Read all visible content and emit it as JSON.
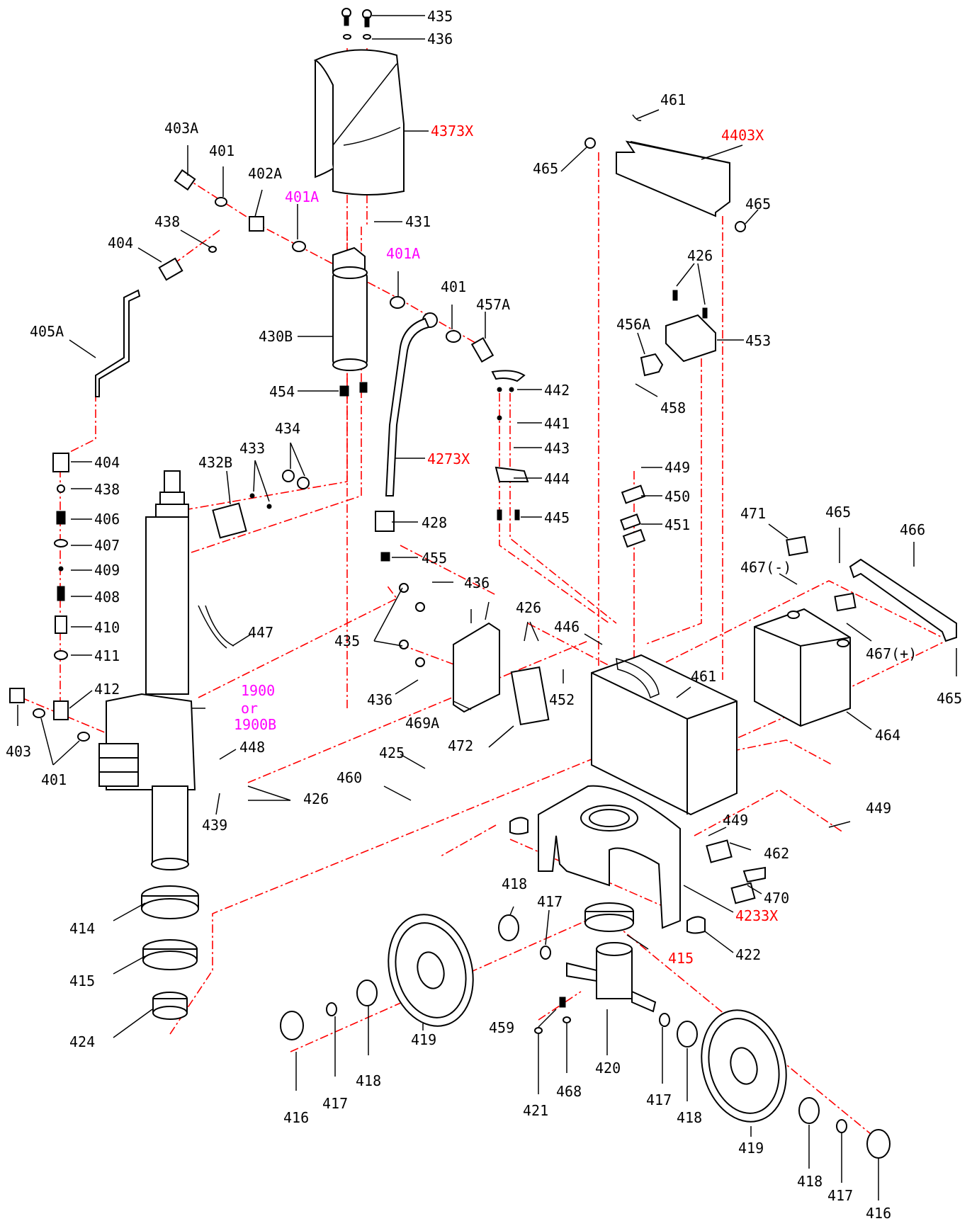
{
  "diagram": {
    "labels": {
      "p435a": "435",
      "p436a": "436",
      "p4373x": "4373X",
      "p403a": "403A",
      "p401a": "401",
      "p402a": "402A",
      "p401aa": "401A",
      "p438a": "438",
      "p404a": "404",
      "p431": "431",
      "p401ab": "401A",
      "p401b": "401",
      "p457a": "457A",
      "p405a": "405A",
      "p430b": "430B",
      "p454": "454",
      "p461a": "461",
      "p4403x": "4403X",
      "p465a": "465",
      "p465b": "465",
      "p426a": "426",
      "p456a": "456A",
      "p453": "453",
      "p458": "458",
      "p442": "442",
      "p441": "441",
      "p443": "443",
      "p444": "444",
      "p445": "445",
      "p4273x": "4273X",
      "p449a": "449",
      "p450": "450",
      "p451": "451",
      "p404b": "404",
      "p438b": "438",
      "p406": "406",
      "p407": "407",
      "p409": "409",
      "p408": "408",
      "p410": "410",
      "p411": "411",
      "p412": "412",
      "p403": "403",
      "p401c": "401",
      "p434": "434",
      "p433": "433",
      "p432b": "432B",
      "p447": "447",
      "p428": "428",
      "p455": "455",
      "p436b": "436",
      "p435b": "435",
      "p436c": "436",
      "p469a": "469A",
      "p472": "472",
      "p426b": "426",
      "p446": "446",
      "p452": "452",
      "p461b": "461",
      "p471": "471",
      "p467m": "467(-)",
      "p465c": "465",
      "p466": "466",
      "p467p": "467(+)",
      "p465d": "465",
      "p464": "464",
      "p1900a": "1900",
      "p1900or": "or",
      "p1900b": "1900B",
      "p448": "448",
      "p426c": "426",
      "p439": "439",
      "p425": "425",
      "p460": "460",
      "p449b": "449",
      "p449c": "449",
      "p462": "462",
      "p470": "470",
      "p4233x": "4233X",
      "p414": "414",
      "p415a": "415",
      "p424": "424",
      "p418a": "418",
      "p417a": "417",
      "p415b": "415",
      "p422": "422",
      "p419a": "419",
      "p459": "459",
      "p416a": "416",
      "p417b": "417",
      "p418b": "418",
      "p421": "421",
      "p468": "468",
      "p420": "420",
      "p417c": "417",
      "p418c": "418",
      "p419b": "419",
      "p418d": "418",
      "p417d": "417",
      "p416b": "416"
    },
    "colors": {
      "label": "#000000",
      "highlight_red": "#ff0000",
      "highlight_magenta": "#ff00ff",
      "centerline": "#ff0000",
      "line": "#000000",
      "background": "#ffffff"
    }
  }
}
